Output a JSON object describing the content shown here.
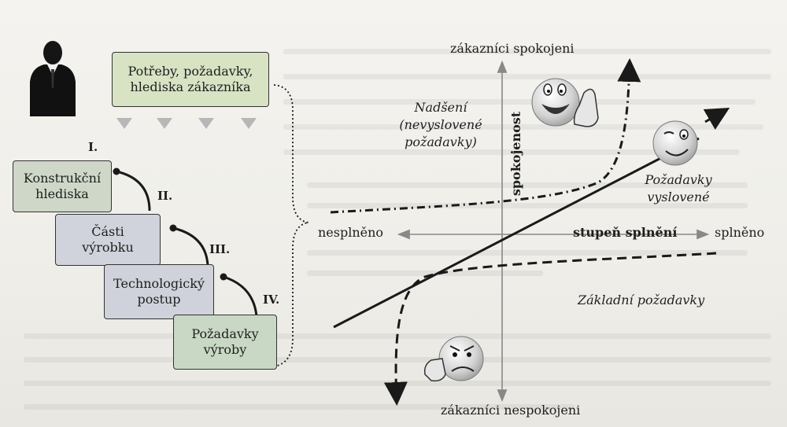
{
  "customer_box": {
    "line1": "Potřeby, požadavky,",
    "line2": "hlediska zákazníka"
  },
  "steps": [
    {
      "roman": "I.",
      "line1": "Konstrukční",
      "line2": "hlediska"
    },
    {
      "roman": "II.",
      "line1": "Části",
      "line2": "výrobku"
    },
    {
      "roman": "III.",
      "line1": "Technologický",
      "line2": "postup"
    },
    {
      "roman": "IV.",
      "line1": "Požadavky",
      "line2": "výroby"
    }
  ],
  "kano": {
    "top_label": "zákazníci spokojeni",
    "bottom_label": "zákazníci nespokojeni",
    "left_label": "nesplněno",
    "right_label": "splněno",
    "x_axis_label": "stupeň splnění",
    "y_axis_label": "spokojenost",
    "excitement": {
      "line1": "Nadšení",
      "line2": "(nevyslovené",
      "line3": "požadavky)"
    },
    "performance": {
      "line1": "Požadavky",
      "line2": "vyslovené"
    },
    "basic": "Základní požadavky"
  },
  "colors": {
    "customer_box": "#d8e3c4",
    "step_box": "#cfd3da",
    "step_box_alt": "#c9d8c4",
    "line": "#1a1a1a"
  }
}
